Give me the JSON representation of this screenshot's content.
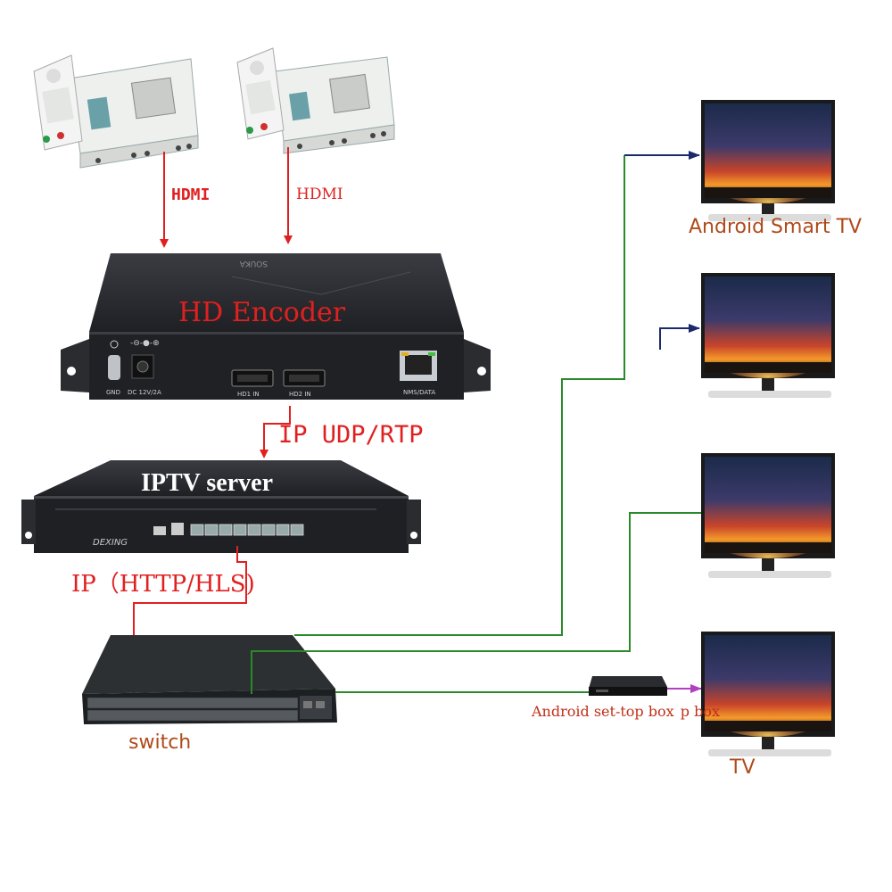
{
  "labels": {
    "hdmi_1": "HDMI",
    "hdmi_2": "HDMI",
    "encoder_title": "HD Encoder",
    "encoder_top_brand": "SOUKA",
    "encoder_port_gnd": "GND",
    "encoder_port_dc": "DC 12V/2A",
    "encoder_port_hd1": "HD1 IN",
    "encoder_port_hd2": "HD2 IN",
    "encoder_port_nms": "NMS/DATA",
    "ip_udp_rtp": "IP UDP/RTP",
    "iptv_server": "IPTV server",
    "server_brand": "DEXING",
    "ip_http_hls": "IP（HTTP/HLS)",
    "switch": "switch",
    "android_smart_tv": "Android Smart TV",
    "android_stb": "Android set-top box",
    "android_stb_overlap": "p box",
    "tv": "TV"
  },
  "colors": {
    "red_arrow": "#e02020",
    "green_line": "#2a8a2a",
    "navy_arrow": "#1a2a6a",
    "purple_arrow": "#b040c0",
    "device_dark": "#26282c",
    "tv_label": "#b04a1a"
  },
  "icons": {
    "receiver": "satellite-receiver-icon",
    "tv": "tv-monitor-icon",
    "switch": "network-switch-icon",
    "server": "rack-server-icon",
    "stb": "set-top-box-icon"
  }
}
